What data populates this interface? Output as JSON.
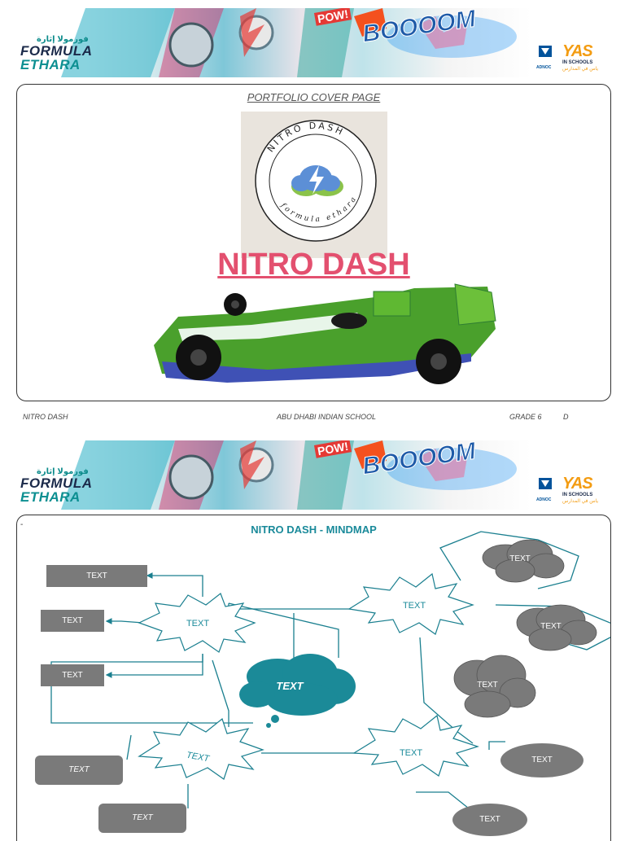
{
  "banner": {
    "logo_ar": "فورمولا إثارة",
    "logo_line1": "FORMULA",
    "logo_line2": "ETHARA",
    "adnoc_label": "ADNOC",
    "yas_word": "YAS",
    "yas_sub": "IN SCHOOLS",
    "yas_ar": "ياس في المدارس",
    "pow_text": "POW!",
    "boom_text": "BOOOOM"
  },
  "cover": {
    "title": "PORTFOLIO COVER PAGE",
    "logo_ring_top": "NITRO DASH",
    "logo_ring_bottom": "formula ethara",
    "team_name": "NITRO DASH"
  },
  "footer": {
    "team": "NITRO DASH",
    "school": "ABU DHABI INDIAN SCHOOL",
    "grade": "GRADE 6",
    "section": "D"
  },
  "mindmap": {
    "dash": "-",
    "title": "NITRO DASH - MINDMAP",
    "center": "TEXT",
    "nodes": {
      "rect1": "TEXT",
      "rect2": "TEXT",
      "rect3": "TEXT",
      "rect4": "TEXT",
      "rect5": "TEXT",
      "star1": "TEXT",
      "star2": "TEXT",
      "star3": "TEXT",
      "star4": "TEXT",
      "cloud1": "TEXT",
      "cloud2": "TEXT",
      "cloud3": "TEXT",
      "oval1": "TEXT",
      "oval2": "TEXT"
    }
  },
  "colors": {
    "accent_teal": "#1a8a9a",
    "title_pink": "#e3506f",
    "node_gray": "#7a7a7a",
    "car_green": "#4aa02c"
  }
}
